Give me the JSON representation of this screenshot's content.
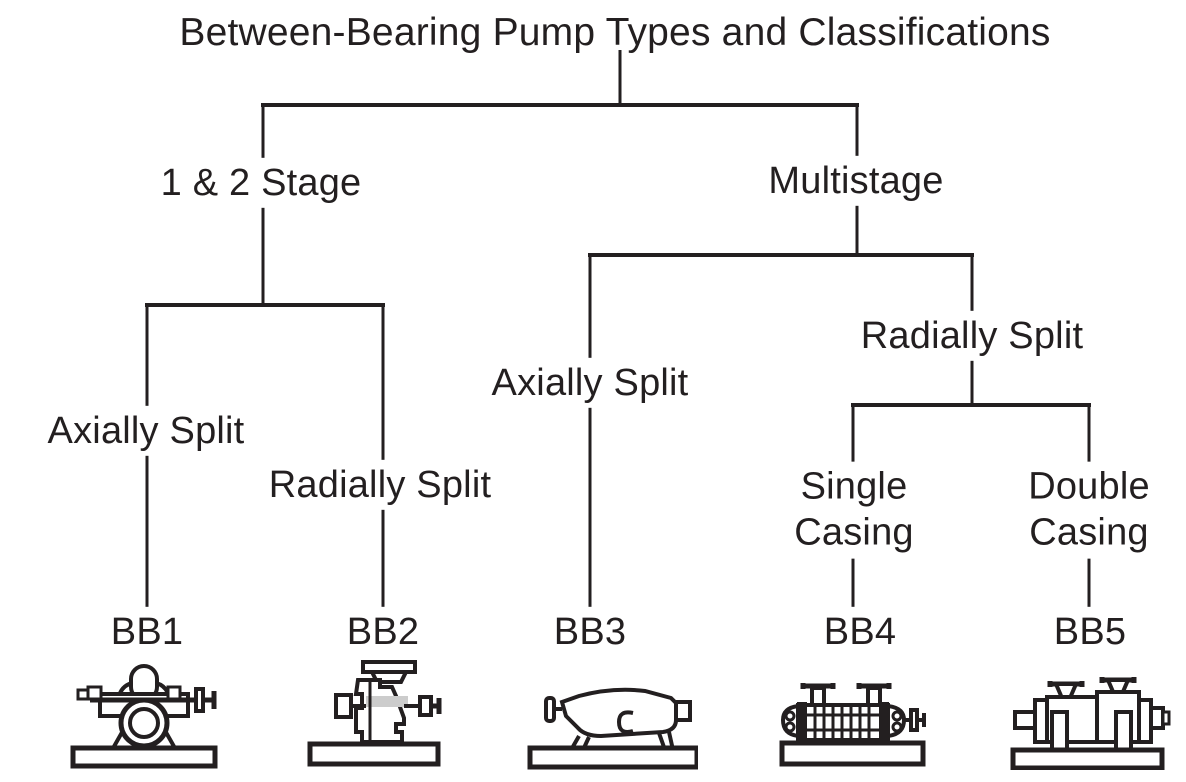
{
  "title": "Between-Bearing Pump Types and Classifications",
  "colors": {
    "line": "#231f20",
    "text": "#231f20",
    "background": "#ffffff",
    "bb2_band": "#cccccc"
  },
  "tree": {
    "branch_1_2_stage": {
      "label": "1 & 2 Stage"
    },
    "branch_multistage": {
      "label": "Multistage"
    },
    "left_axially_split": {
      "label": "Axially Split"
    },
    "left_radially_split": {
      "label": "Radially Split"
    },
    "right_axially_split": {
      "label": "Axially Split"
    },
    "right_radially_split": {
      "label": "Radially Split"
    },
    "single_casing": {
      "line1": "Single",
      "line2": "Casing"
    },
    "double_casing": {
      "line1": "Double",
      "line2": "Casing"
    },
    "bb1": {
      "label": "BB1"
    },
    "bb2": {
      "label": "BB2"
    },
    "bb3": {
      "label": "BB3"
    },
    "bb4": {
      "label": "BB4"
    },
    "bb5": {
      "label": "BB5"
    }
  }
}
